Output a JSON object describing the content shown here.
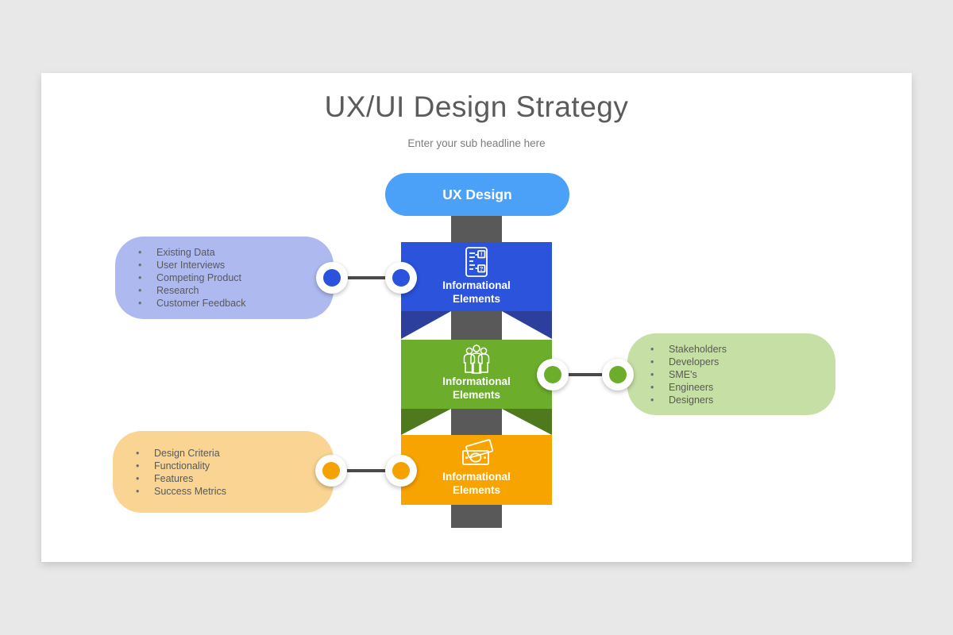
{
  "slide": {
    "title": "UX/UI Design Strategy",
    "subtitle": "Enter your sub headline here"
  },
  "diagram": {
    "root": {
      "label": "UX Design",
      "color": "#4ba0f8"
    },
    "spine_color": "#595959",
    "stages": [
      {
        "icon": "checklist-alert-icon",
        "line1": "Informational",
        "line2": "Elements",
        "color": "#2b53dc",
        "fold_color": "#2c3f9d",
        "dot_color": "#2b52dc"
      },
      {
        "icon": "team-icon",
        "line1": "Informational",
        "line2": "Elements",
        "color": "#6cae2b",
        "fold_color": "#4e7a1d",
        "dot_color": "#6cae2b"
      },
      {
        "icon": "money-icon",
        "line1": "Informational",
        "line2": "Elements",
        "color": "#f8a400",
        "dot_color": "#f5a100"
      }
    ],
    "callouts": [
      {
        "side": "left",
        "color": "#aeb9f0",
        "items": [
          "Existing Data",
          "User Interviews",
          "Competing Product",
          "Research",
          "Customer Feedback"
        ]
      },
      {
        "side": "right",
        "color": "#c6dfa4",
        "items": [
          "Stakeholders",
          "Developers",
          "SME's",
          "Engineers",
          "Designers"
        ]
      },
      {
        "side": "left",
        "color": "#f9d492",
        "items": [
          "Design Criteria",
          "Functionality",
          "Features",
          "Success Metrics"
        ]
      }
    ]
  }
}
